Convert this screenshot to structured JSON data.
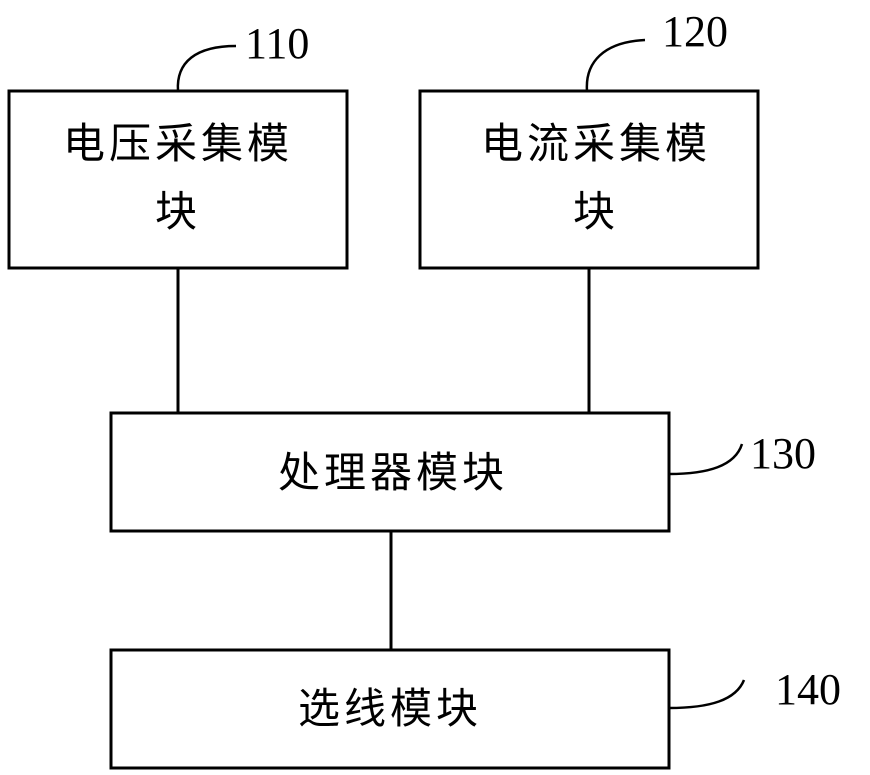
{
  "modules": {
    "voltage": {
      "line1": "电压采集模",
      "line2": "块",
      "ref": "110"
    },
    "current": {
      "line1": "电流采集模",
      "line2": "块",
      "ref": "120"
    },
    "processor": {
      "label": "处理器模块",
      "ref": "130"
    },
    "line_select": {
      "label": "选线模块",
      "ref": "140"
    }
  }
}
